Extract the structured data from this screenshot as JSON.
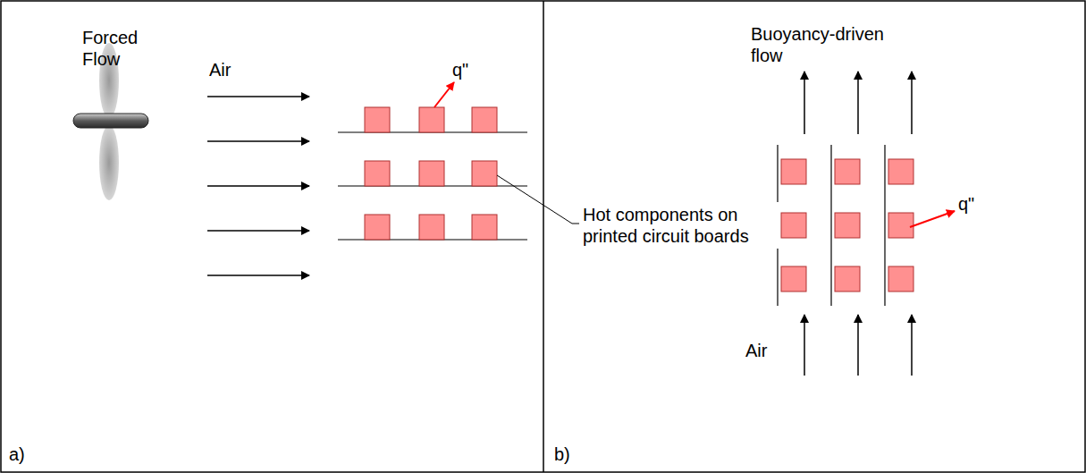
{
  "diagram": {
    "labels": [
      "Forced Flow",
      "Air",
      "q\"",
      "a)",
      "Buoyancy-driven flow",
      "Hot components on printed circuit boards",
      "q\"",
      "Air",
      "b)"
    ]
  }
}
